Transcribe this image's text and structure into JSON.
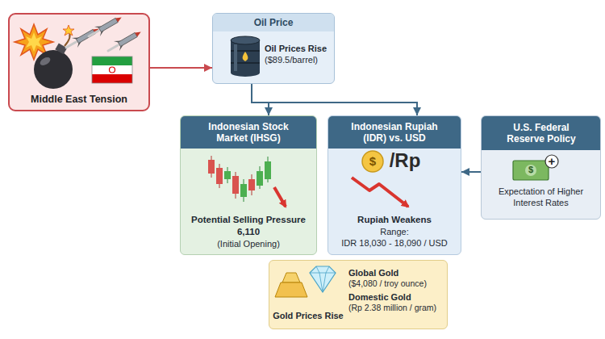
{
  "diagram": {
    "nodes": [
      {
        "text": [
          "Middle East Tension"
        ]
      },
      {
        "text": [
          "Oil Price",
          "Oil Prices Rise",
          "($89.5/barrel)"
        ]
      },
      {
        "text": [
          "Indonesian Stock Market (IHSG)",
          "Potential Selling Pressure",
          "6,110",
          "(Initial Opening)"
        ]
      },
      {
        "text": [
          "Indonesian Rupiah (IDR) vs. USD",
          "Rupiah Weakens",
          "Range:",
          "IDR 18,030 - 18,090 / USD"
        ]
      },
      {
        "text": [
          "U.S. Federal Reserve Policy",
          "Expectation of Higher Interest Rates"
        ]
      },
      {
        "text": [
          "Gold Prices Rise",
          "Global Gold",
          "($4,080 / troy ounce)",
          "Domestic Gold",
          "(Rp 2.38 million / gram)"
        ]
      }
    ],
    "edges": [
      {
        "from": 0,
        "to": 1,
        "arrow": "to"
      },
      {
        "from": 1,
        "to": 2,
        "arrow": "to"
      },
      {
        "from": 1,
        "to": 3,
        "arrow": "to"
      },
      {
        "from": 4,
        "to": 3,
        "arrow": "to"
      }
    ],
    "labels": [
      "$",
      "/Rp",
      "$",
      "+"
    ]
  }
}
